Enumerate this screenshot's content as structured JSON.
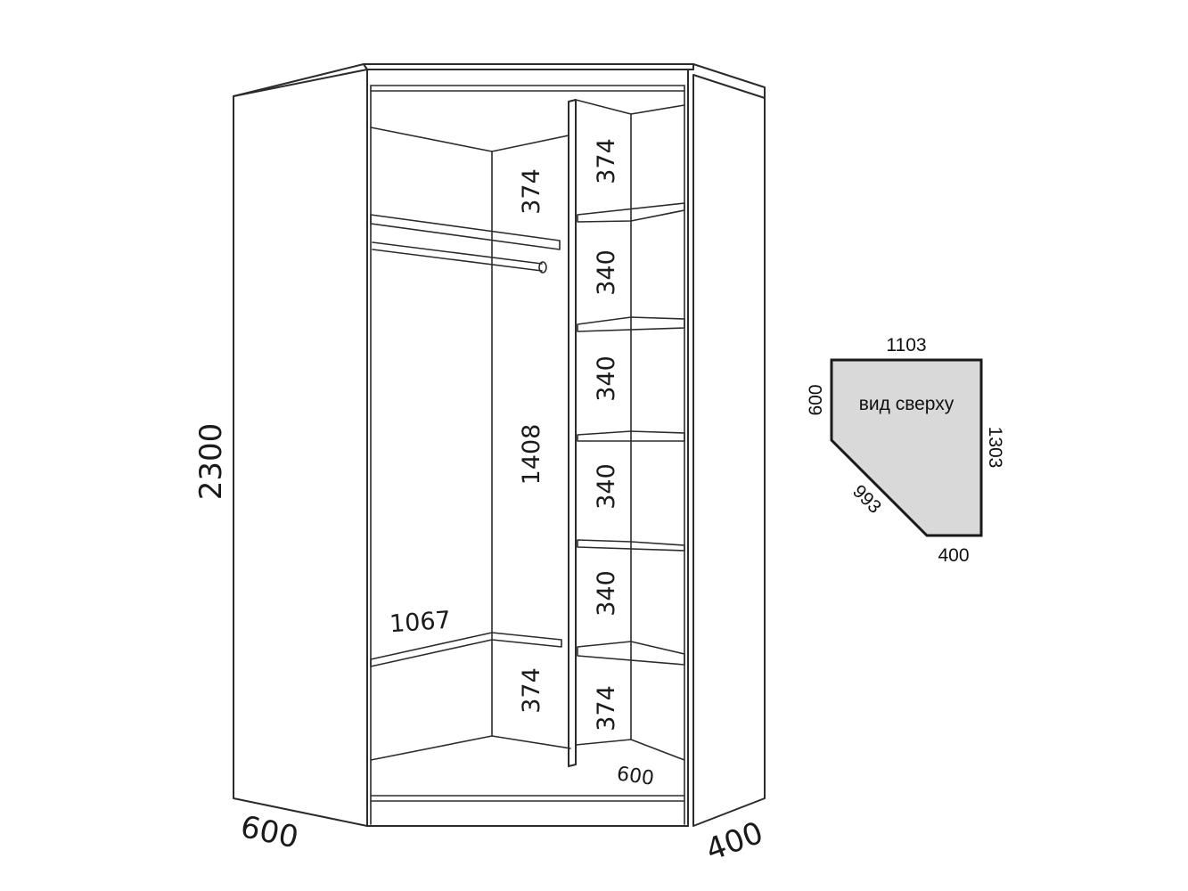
{
  "cabinet": {
    "dims": {
      "height_total": "2300",
      "depth_left": "600",
      "depth_right": "400",
      "shelf_width": "1067",
      "hanging_section": "1408",
      "upper_section": "374",
      "lower_section": "374",
      "right_top": "374",
      "right_shelf_1": "340",
      "right_shelf_2": "340",
      "right_shelf_3": "340",
      "right_shelf_4": "340",
      "right_bottom": "374",
      "bottom_depth": "600"
    }
  },
  "plan": {
    "label": "вид сверху",
    "top": "1103",
    "left": "600",
    "right": "1303",
    "diagonal": "993",
    "bottom": "400",
    "fill_color": "#d9d9d9"
  }
}
